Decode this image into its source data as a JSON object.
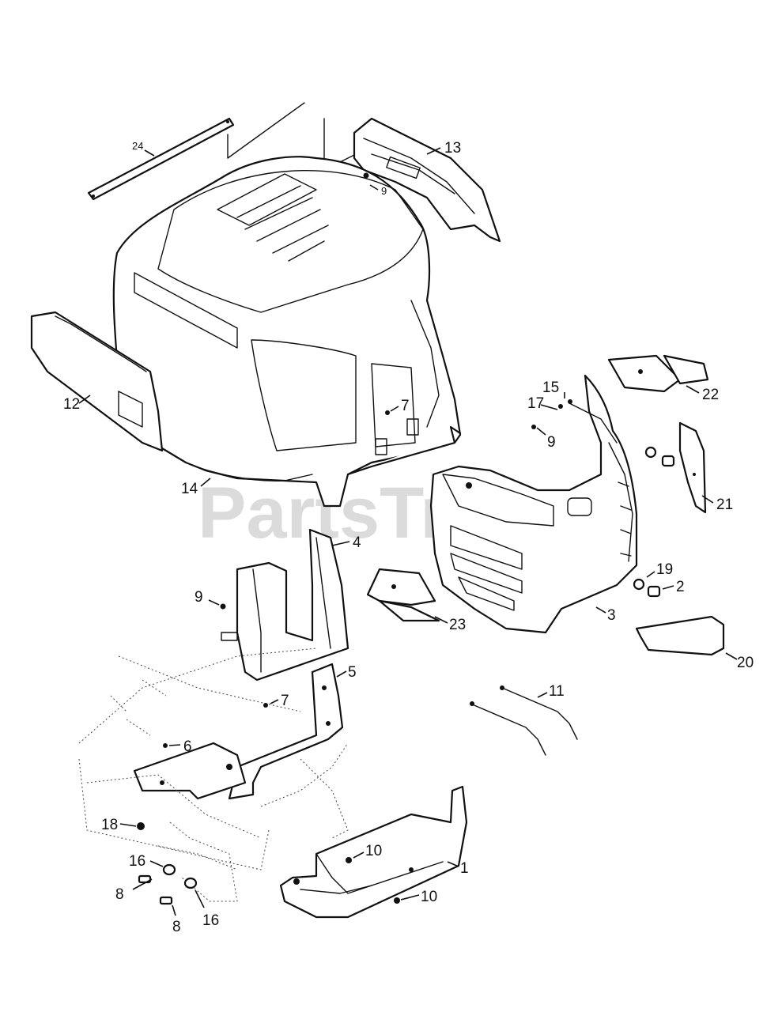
{
  "watermark": "PartsTree",
  "callouts": [
    {
      "id": "c1",
      "text": "1"
    },
    {
      "id": "c2",
      "text": "2"
    },
    {
      "id": "c3",
      "text": "3"
    },
    {
      "id": "c4",
      "text": "4"
    },
    {
      "id": "c5",
      "text": "5"
    },
    {
      "id": "c6",
      "text": "6"
    },
    {
      "id": "c7a",
      "text": "7"
    },
    {
      "id": "c7b",
      "text": "7"
    },
    {
      "id": "c8a",
      "text": "8"
    },
    {
      "id": "c8b",
      "text": "8"
    },
    {
      "id": "c9a",
      "text": "9"
    },
    {
      "id": "c9b",
      "text": "9"
    },
    {
      "id": "c9c",
      "text": "9"
    },
    {
      "id": "c10a",
      "text": "10"
    },
    {
      "id": "c10b",
      "text": "10"
    },
    {
      "id": "c11",
      "text": "11"
    },
    {
      "id": "c12",
      "text": "12"
    },
    {
      "id": "c13",
      "text": "13"
    },
    {
      "id": "c14",
      "text": "14"
    },
    {
      "id": "c15",
      "text": "15"
    },
    {
      "id": "c16a",
      "text": "16"
    },
    {
      "id": "c16b",
      "text": "16"
    },
    {
      "id": "c17",
      "text": "17"
    },
    {
      "id": "c18",
      "text": "18"
    },
    {
      "id": "c19",
      "text": "19"
    },
    {
      "id": "c20",
      "text": "20"
    },
    {
      "id": "c21",
      "text": "21"
    },
    {
      "id": "c22",
      "text": "22"
    },
    {
      "id": "c23",
      "text": "23"
    },
    {
      "id": "c24",
      "text": "24"
    }
  ]
}
